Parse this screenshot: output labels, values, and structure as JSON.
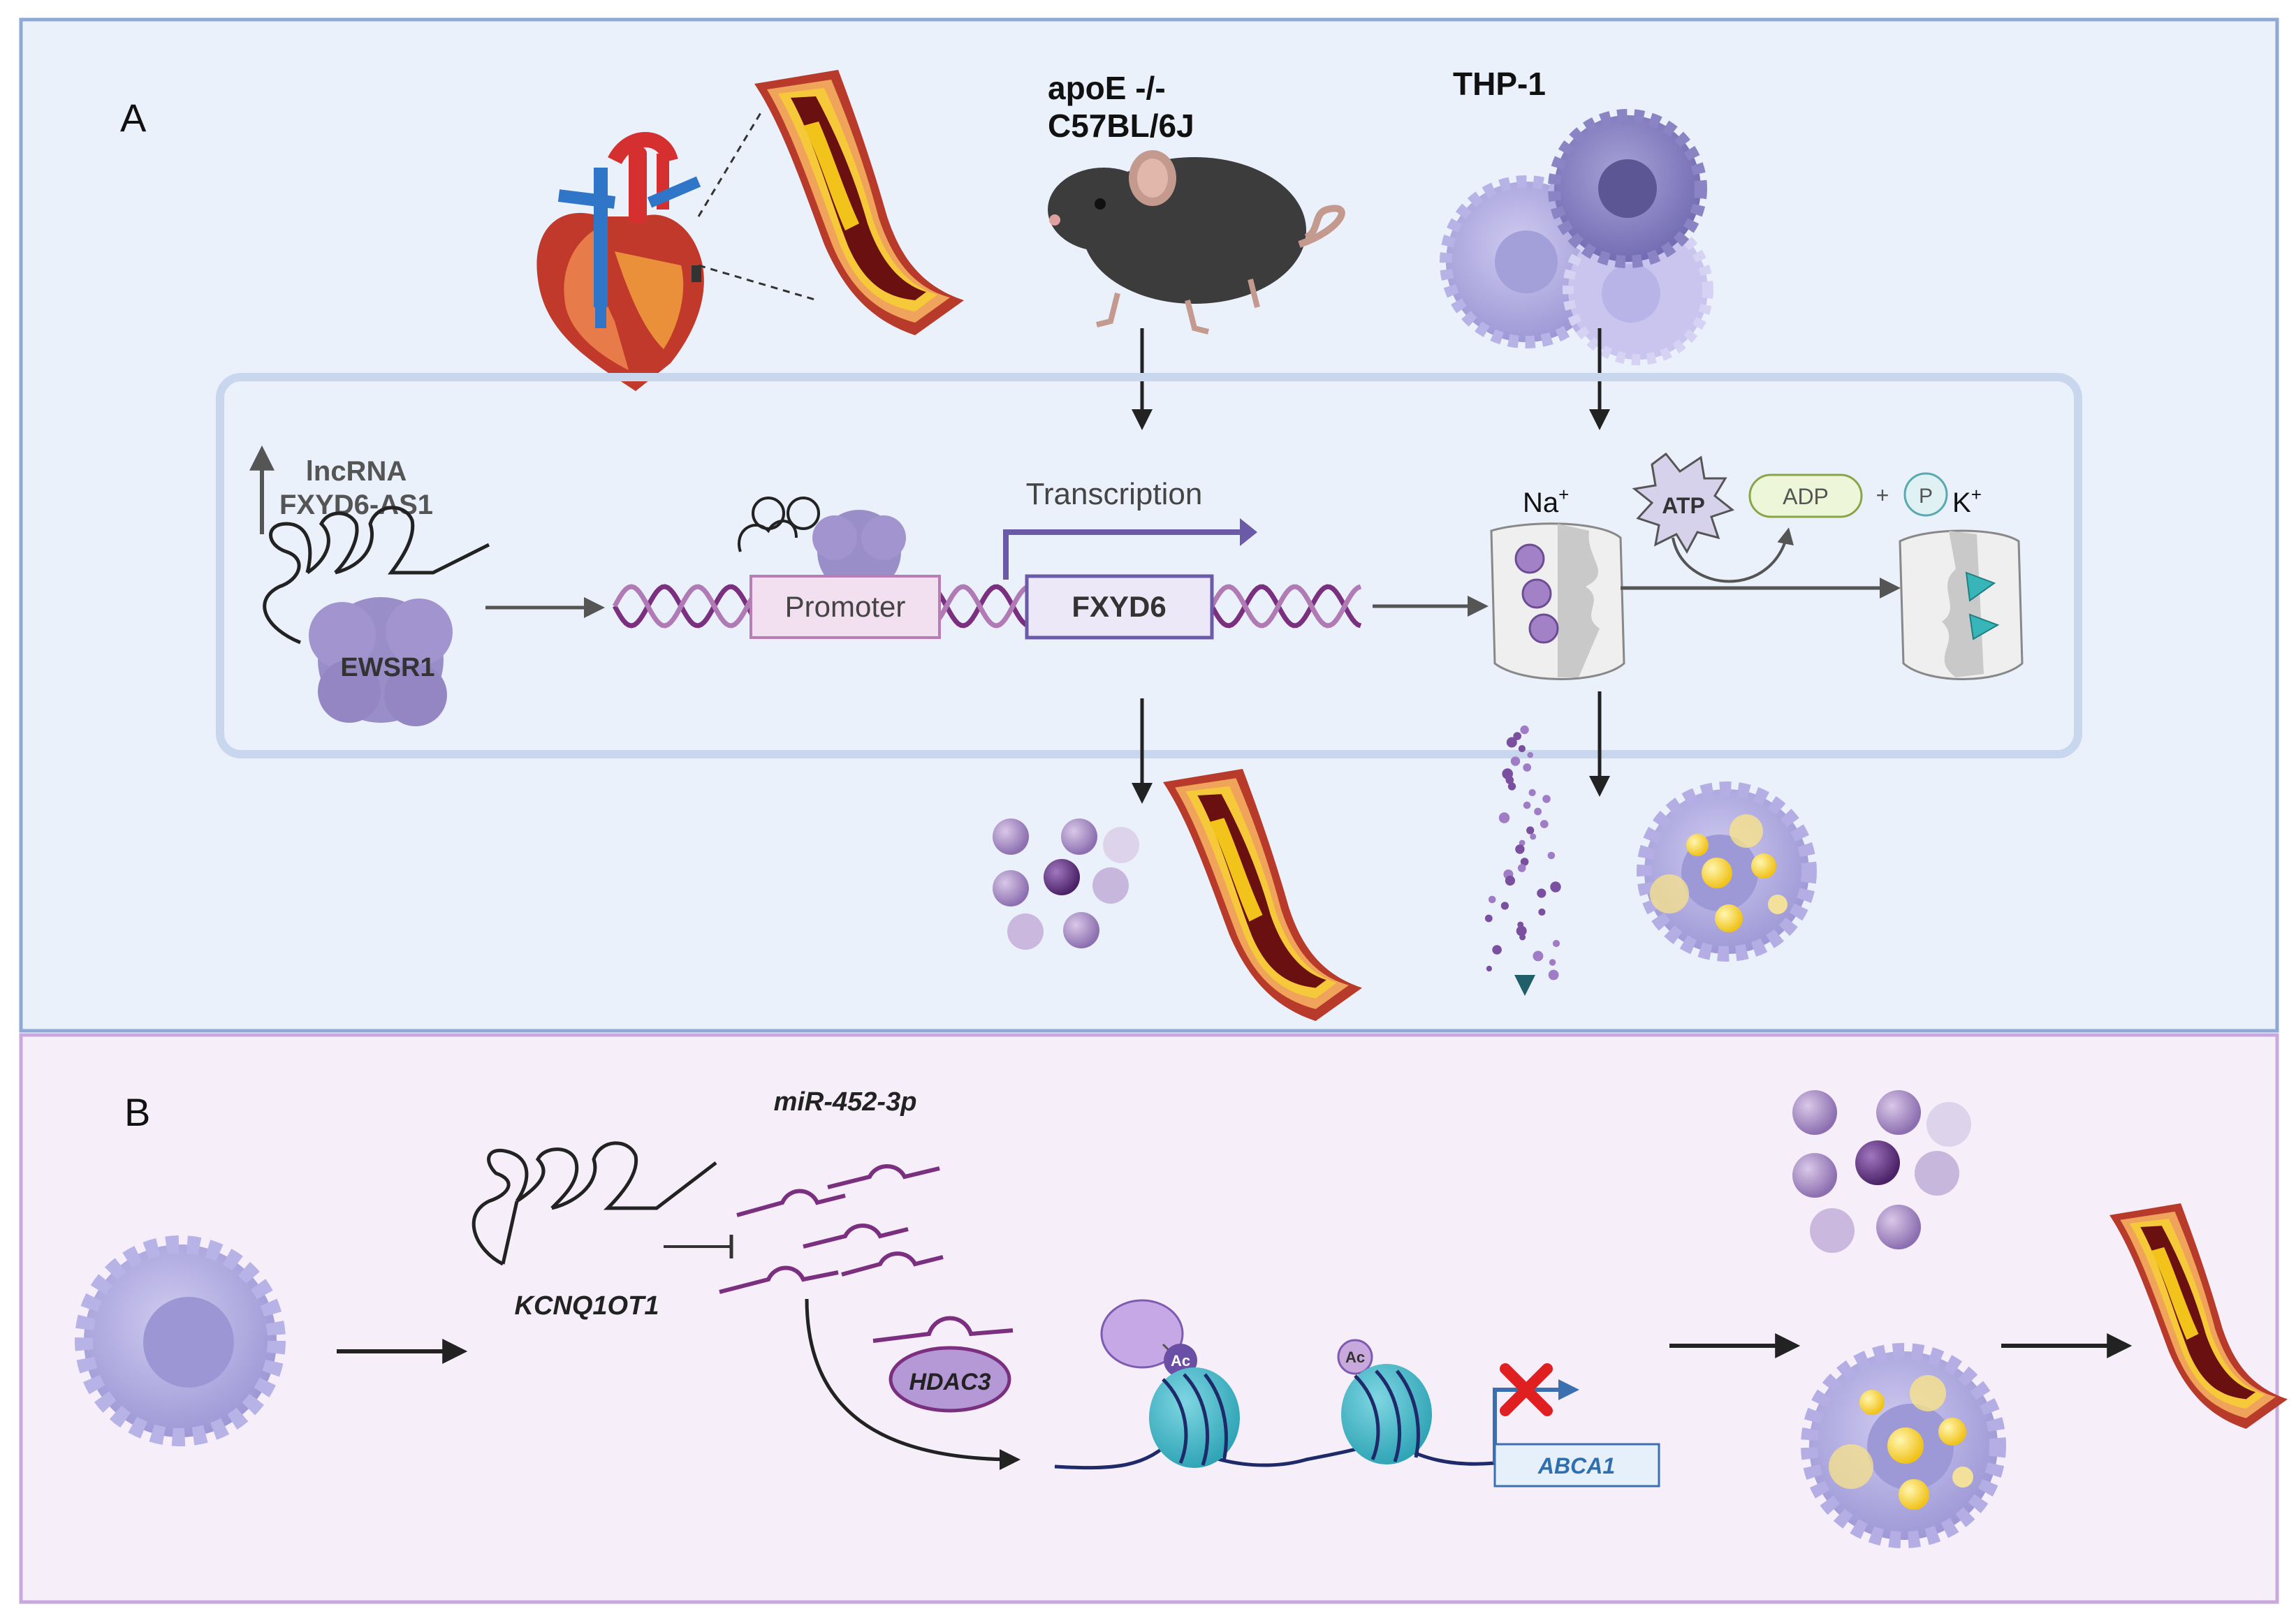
{
  "panel_a": {
    "letter": "A",
    "mouse_label_line1": "apoE -/-",
    "mouse_label_line2": "C57BL/6J",
    "cell_line_label": "THP-1",
    "lncrna_line1": "lncRNA",
    "lncrna_line2": "FXYD6-AS1",
    "protein_label": "EWSR1",
    "transcription_label": "Transcription",
    "promoter_label": "Promoter",
    "gene_label": "FXYD6",
    "na_label": "Na",
    "na_sup": "+",
    "k_label": "K",
    "k_sup": "+",
    "atp_label": "ATP",
    "adp_label": "ADP",
    "plus_label": "+",
    "p_label": "P"
  },
  "panel_b": {
    "letter": "B",
    "lncrna_label": "KCNQ1OT1",
    "mirna_label": "miR-452-3p",
    "hdac_label": "HDAC3",
    "ac_label_1": "Ac",
    "ac_label_2": "Ac",
    "gene_label": "ABCA1"
  },
  "colors": {
    "panel_a_bg": "#eaf1fb",
    "panel_a_border": "#8fa9d6",
    "panel_b_bg": "#f6effa",
    "panel_b_border": "#c9a8dd",
    "cell_purple": "#a9a4dc",
    "dna_purple": "#7a2f7f",
    "promoter_fill": "#f2dff0",
    "gene_fill": "#ece8f7",
    "artery_red": "#c8402b",
    "plaque_yellow": "#f2c31b",
    "lipid_yellow": "#f4d22a",
    "nucleosome_teal": "#3fb8c9",
    "inhibit_red": "#e02020",
    "abca1_blue": "#2f6fb0"
  }
}
